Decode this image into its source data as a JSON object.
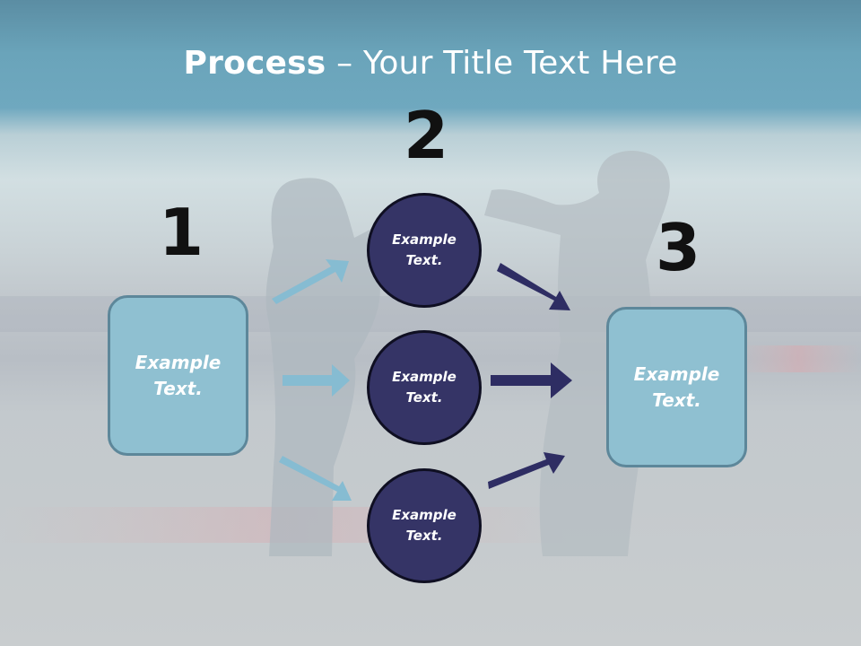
{
  "title": {
    "bold": "Process",
    "rest": " – Your Title Text Here"
  },
  "steps": [
    {
      "number": "1"
    },
    {
      "number": "2"
    },
    {
      "number": "3"
    }
  ],
  "left_box": {
    "line1": "Example",
    "line2": "Text."
  },
  "right_box": {
    "line1": "Example",
    "line2": "Text."
  },
  "circles": [
    {
      "line1": "Example",
      "line2": "Text."
    },
    {
      "line1": "Example",
      "line2": "Text."
    },
    {
      "line1": "Example",
      "line2": "Text."
    }
  ],
  "colors": {
    "light_box": "#8fc0d1",
    "light_arrow": "#86bcd2",
    "dark_circle": "#353466",
    "dark_arrow": "#2e2d63"
  }
}
